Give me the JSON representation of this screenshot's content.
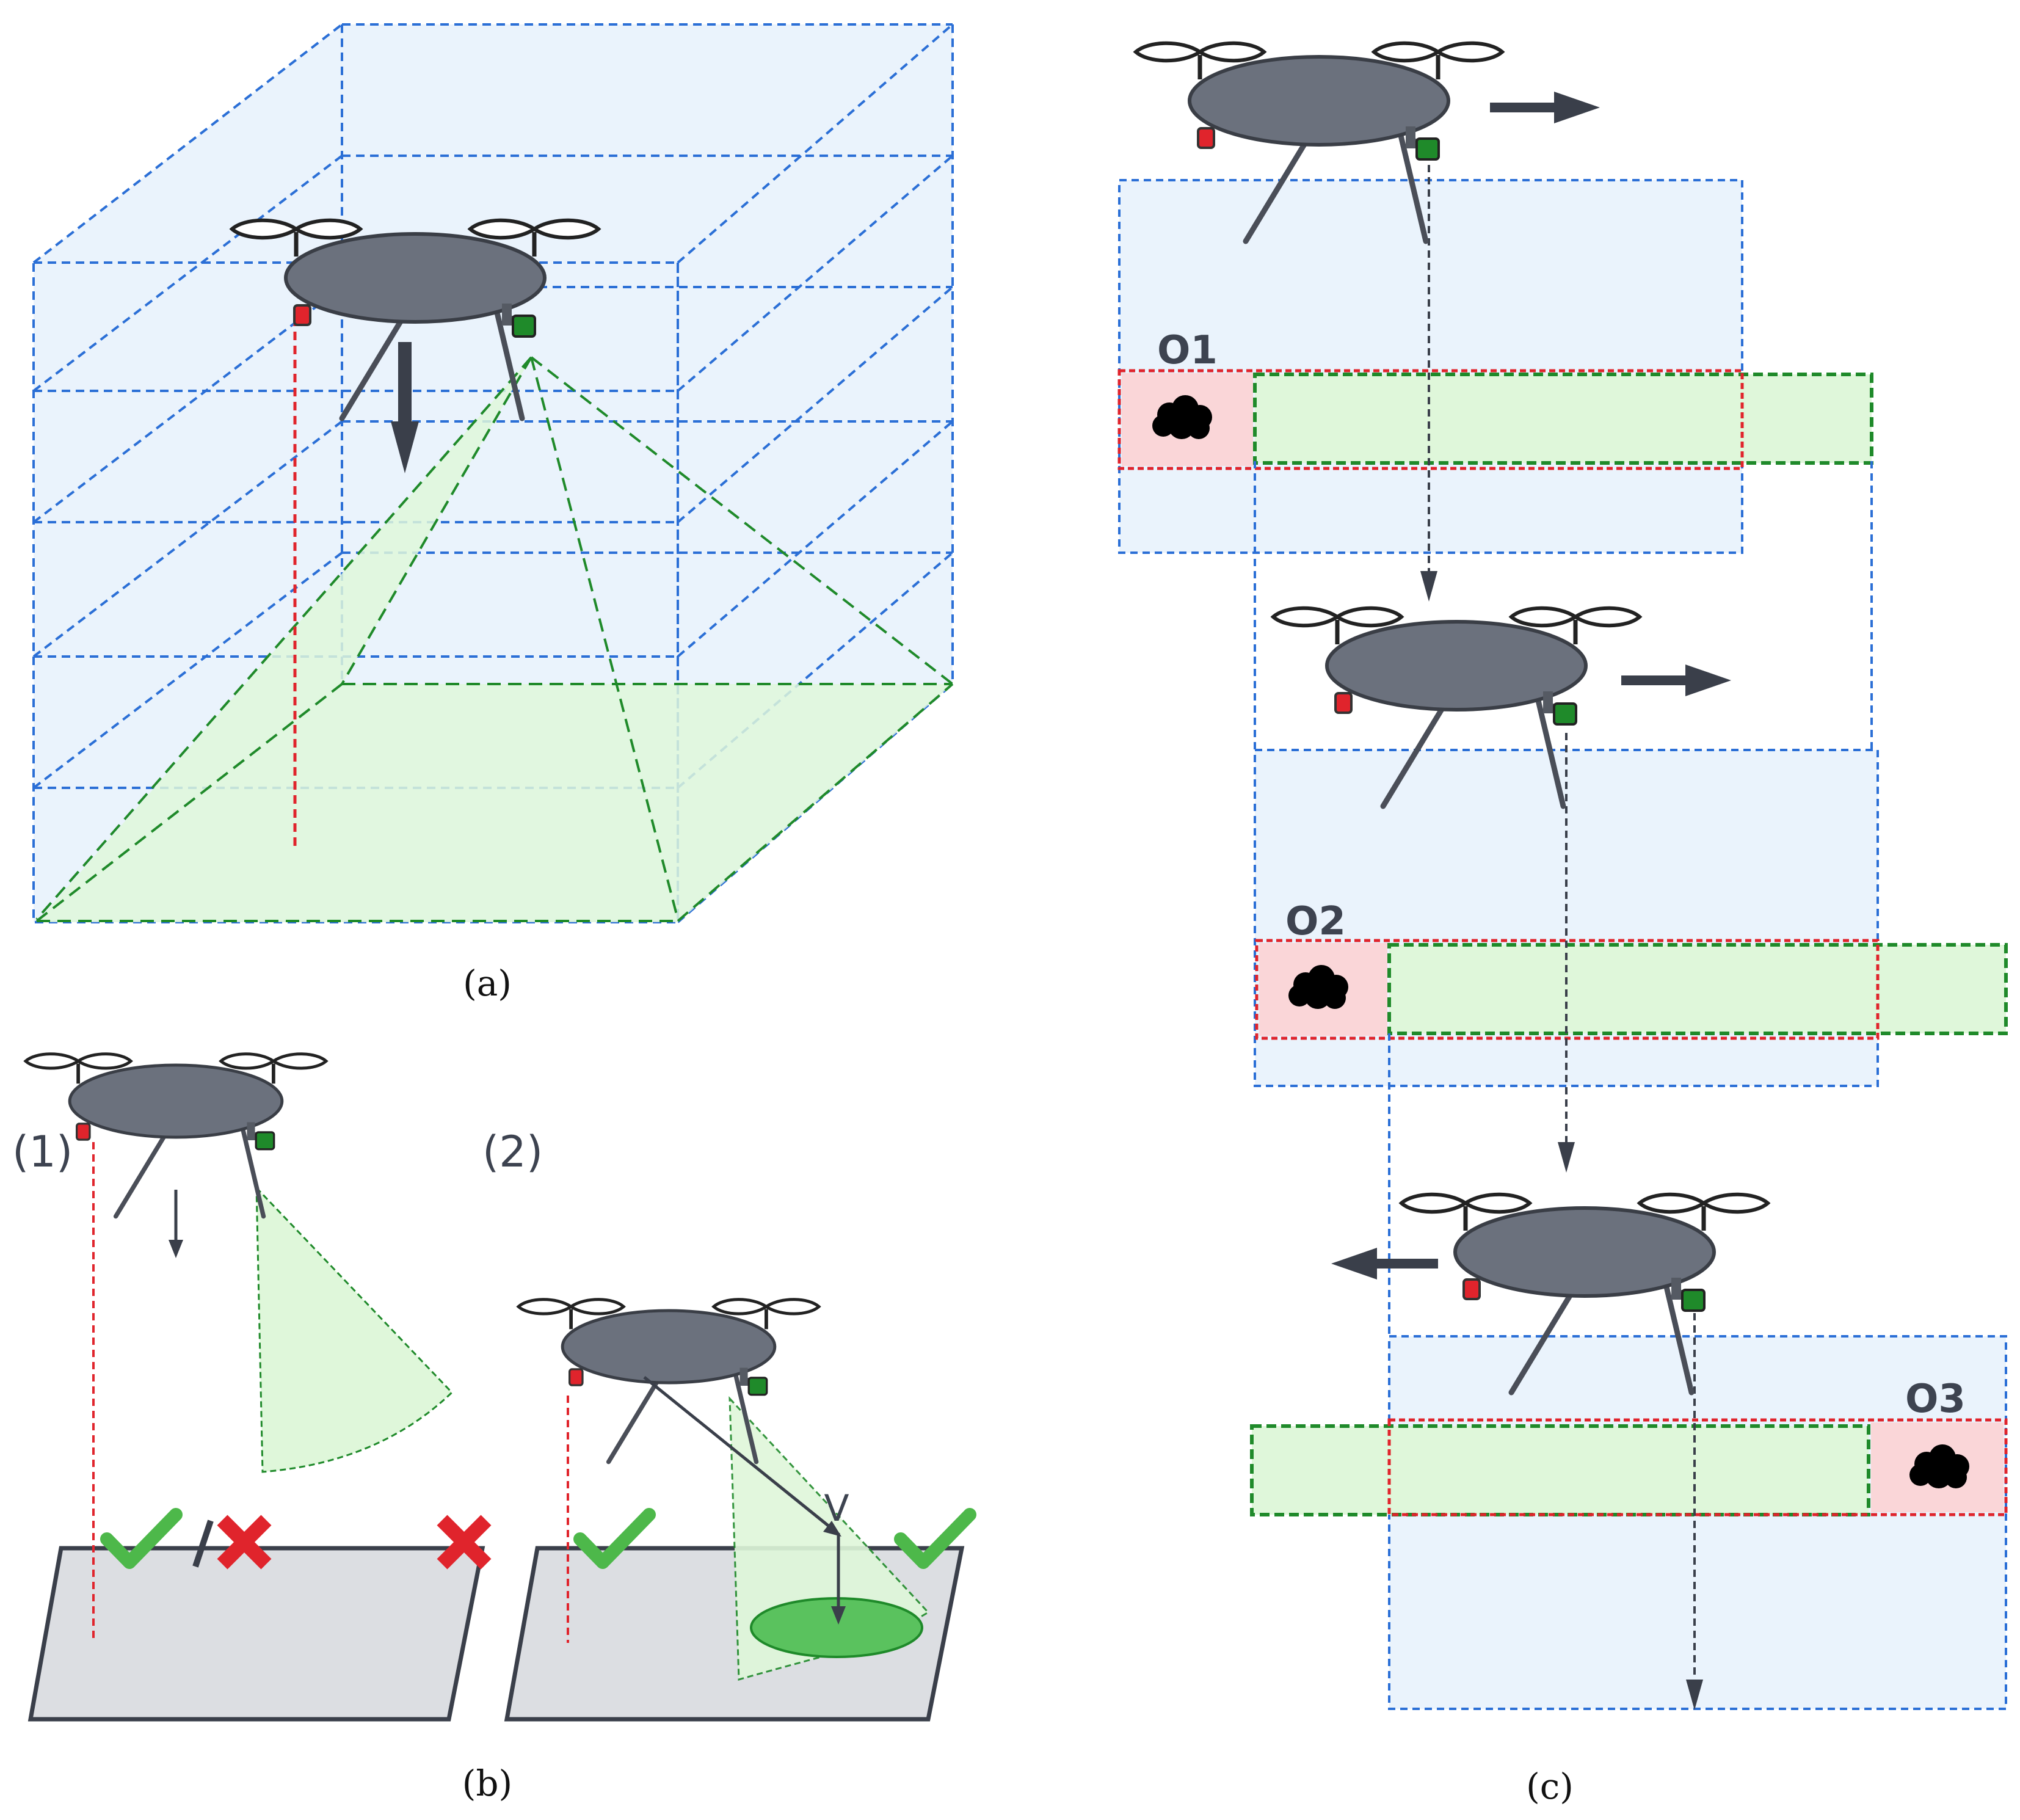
{
  "panels": {
    "a": {
      "caption": "(a)"
    },
    "b": {
      "caption": "(b)",
      "case1_label": "(1)",
      "case2_label": "(2)",
      "vector_label": "V"
    },
    "c": {
      "caption": "(c)",
      "obstacles": [
        {
          "label": "O1"
        },
        {
          "label": "O2"
        },
        {
          "label": "O3"
        }
      ]
    }
  },
  "colors": {
    "voxel_line": "#2b6fd6",
    "voxel_fill": "#eaf3fc",
    "fov_line": "#1f8a2a",
    "fov_fill": "#dff7da",
    "altimeter_line": "#e0242c",
    "obstacle_fill": "#fad6d8",
    "drone_body": "#6b717d",
    "check": "#4db84a",
    "cross": "#e0242c",
    "ground": "#dcdee2"
  },
  "icons": {
    "check": "check-icon",
    "cross": "cross-icon",
    "obstacle": "cloud-icon",
    "drone": "drone-icon"
  }
}
